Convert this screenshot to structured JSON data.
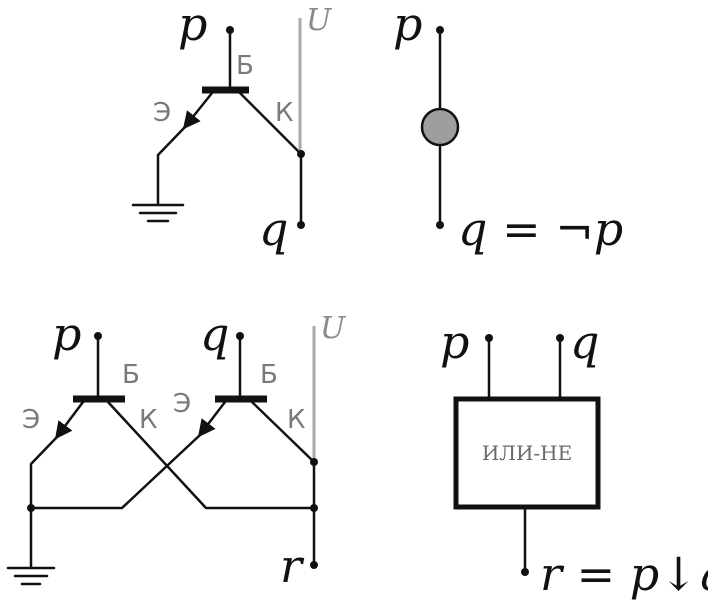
{
  "diagram": {
    "not_circuit": {
      "input": "p",
      "output": "q",
      "supply": "U",
      "base_label": "Б",
      "emitter_label": "Э",
      "collector_label": "К"
    },
    "not_symbol": {
      "input": "p",
      "output_expr": "q = ¬p"
    },
    "nor_circuit": {
      "input_a": "p",
      "input_b": "q",
      "output": "r",
      "supply": "U",
      "base_label_a": "Б",
      "base_label_b": "Б",
      "emitter_label_a": "Э",
      "emitter_label_b": "Э",
      "collector_label_a": "К",
      "collector_label_b": "К"
    },
    "nor_symbol": {
      "input_a": "p",
      "input_b": "q",
      "gate_label": "ИЛИ-НЕ",
      "output_expr": "r = p↓q"
    },
    "colors": {
      "wire": "#111111",
      "supply_line": "#aaaaaa",
      "label": "#7a7a7a",
      "inverter_circle": "#9e9e9e"
    }
  }
}
